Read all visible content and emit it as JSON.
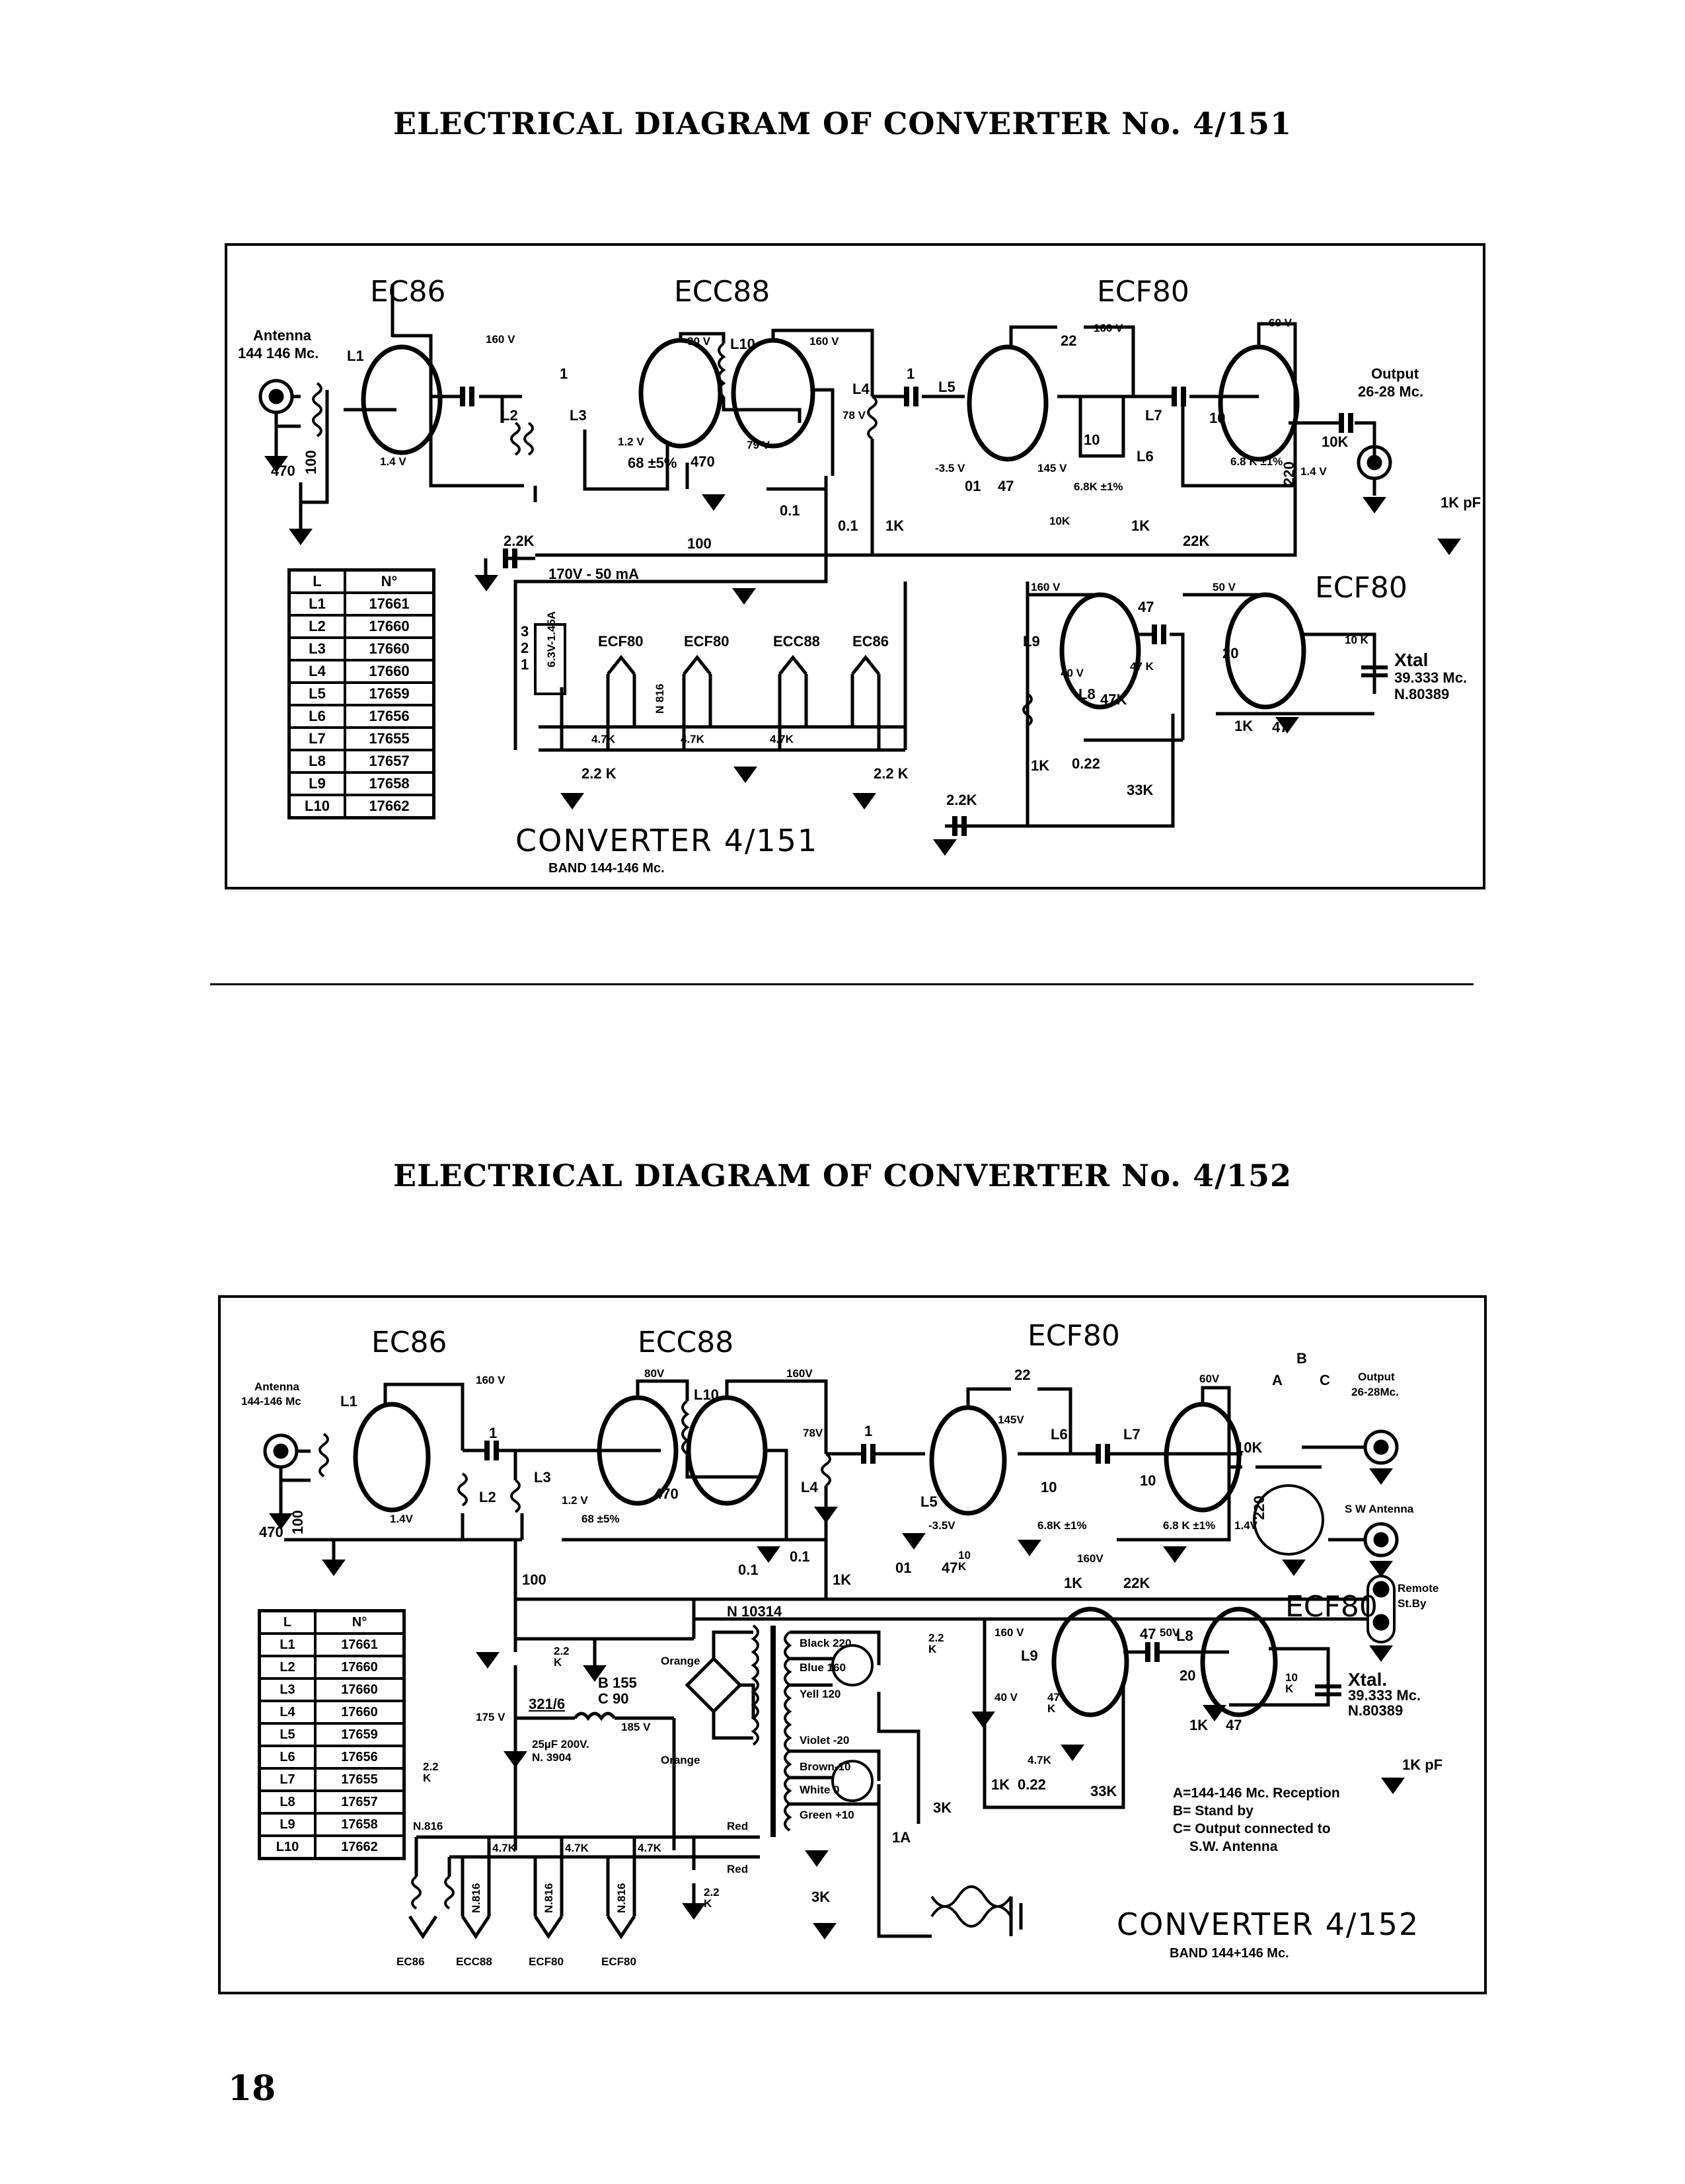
{
  "page": {
    "number": "18"
  },
  "diagram1": {
    "heading": "ELECTRICAL DIAGRAM OF CONVERTER No. 4/151",
    "converter_title": "CONVERTER 4/151",
    "band": "BAND 144-146 Mc.",
    "tubes": [
      "EC86",
      "ECC88",
      "ECF80",
      "ECF80"
    ],
    "antenna_label": "Antenna",
    "antenna_freq": "144 146 Mc.",
    "output_label": "Output",
    "output_freq": "26-28 Mc.",
    "supply_label": "170V - 50 mA",
    "fuse_label": "6.3V-1.45A",
    "xtal_label": "Xtal",
    "xtal_freq": "39.333 Mc.",
    "xtal_part": "N.80389",
    "feedthrough": "1K pF",
    "heater_tubes": [
      "ECF80",
      "ECF80",
      "ECC88",
      "EC86"
    ],
    "heater_choke": "N 816",
    "voltages": [
      "160 V",
      "80 V",
      "160 V",
      "79 V",
      "78 V",
      "1.2 V",
      "1.4 V",
      "160 V",
      "60 V",
      "145 V",
      "-3.5 V",
      "1.4 V",
      "160 V",
      "50 V",
      "40 V"
    ],
    "components": [
      "L1",
      "L2",
      "L3",
      "L4",
      "L5",
      "L6",
      "L7",
      "L8",
      "L9",
      "L10",
      "470",
      "100",
      "1",
      "68 ±5%",
      "470",
      "0.1",
      "0.1",
      "1K",
      "1",
      "01",
      "47",
      "22",
      "10",
      "6.8K ±1%",
      "10K",
      "1K",
      "10",
      "6.8 K ±1%",
      "220",
      "10K",
      "22K",
      "2.2K",
      "100",
      "4.7K",
      "4.7K",
      "4.7K",
      "2.2 K",
      "2.2 K",
      "47",
      "47 K",
      "47K",
      "20",
      "10 K",
      "1K",
      "47",
      "1K",
      "0.22",
      "33K",
      "2.2K"
    ],
    "pins": {
      "src": [
        "3",
        "2",
        "1"
      ]
    },
    "coil_table": {
      "headers": [
        "L",
        "N°"
      ],
      "rows": [
        [
          "L1",
          "17661"
        ],
        [
          "L2",
          "17660"
        ],
        [
          "L3",
          "17660"
        ],
        [
          "L4",
          "17660"
        ],
        [
          "L5",
          "17659"
        ],
        [
          "L6",
          "17656"
        ],
        [
          "L7",
          "17655"
        ],
        [
          "L8",
          "17657"
        ],
        [
          "L9",
          "17658"
        ],
        [
          "L10",
          "17662"
        ]
      ]
    }
  },
  "diagram2": {
    "heading": "ELECTRICAL DIAGRAM OF CONVERTER No. 4/152",
    "converter_title": "CONVERTER 4/152",
    "band": "BAND 144+146 Mc.",
    "tubes": [
      "EC86",
      "ECC88",
      "ECF80",
      "ECF80"
    ],
    "antenna_label": "Antenna",
    "antenna_freq": "144-146 Mc",
    "output_label": "Output",
    "output_freq": "26-28Mc.",
    "sw_antenna": "S W Antenna",
    "remote": "Remote",
    "standby": "St.By",
    "switch_positions": [
      "A",
      "B",
      "C"
    ],
    "legend": [
      "A=144-146 Mc. Reception",
      "B= Stand by",
      "C= Output connected to",
      "S.W. Antenna"
    ],
    "xtal_label": "Xtal.",
    "xtal_freq": "39.333 Mc.",
    "xtal_part": "N.80389",
    "feedthrough": "1K pF",
    "transformer": "N 10314",
    "rectifier": "B 155 C 90",
    "choke": "321/6",
    "filter_cap": "25µF 200V. N. 3904",
    "rail_voltages": [
      "175 V",
      "185 V"
    ],
    "windings": [
      "Orange",
      "Orange",
      "Black 220",
      "Blue 160",
      "Yell 120",
      "Violet -20",
      "Brown-10",
      "White 0",
      "Green +10",
      "Red",
      "Red"
    ],
    "fuse": "1A",
    "caps_3k": [
      "3K",
      "3K"
    ],
    "heater_tubes": [
      "EC86",
      "ECC88",
      "ECF80",
      "ECF80"
    ],
    "heater_chokes": [
      "N.816",
      "N.816",
      "N.816",
      "N.816"
    ],
    "heater_res": [
      "4.7K",
      "4.7K",
      "4.7K"
    ],
    "voltages": [
      "160 V",
      "80V",
      "160V",
      "78V",
      "1.2 V",
      "1.4V",
      "145V",
      "160V",
      "60V",
      "1.4V",
      "-3.5V",
      "160 V",
      "50V",
      "40 V"
    ],
    "components": [
      "L1",
      "L2",
      "L3",
      "L4",
      "L5",
      "L6",
      "L7",
      "L8",
      "L9",
      "L10",
      "470",
      "100",
      "1",
      "68 ±5%",
      "470",
      "0.1",
      "0.1",
      "1K",
      "1",
      "01",
      "47",
      "22",
      "10",
      "6.8K ±1%",
      "10",
      "6.8 K ±1%",
      "220",
      "10K",
      "10 K",
      "1K",
      "22K",
      "100",
      "2.2 K",
      "2.2 K",
      "2.2 K",
      "2.2 K",
      "47",
      "47 K",
      "4.7K",
      "20",
      "10 K",
      "1K",
      "47",
      "1K",
      "0.22",
      "33K"
    ],
    "coil_table": {
      "headers": [
        "L",
        "N°"
      ],
      "rows": [
        [
          "L1",
          "17661"
        ],
        [
          "L2",
          "17660"
        ],
        [
          "L3",
          "17660"
        ],
        [
          "L4",
          "17660"
        ],
        [
          "L5",
          "17659"
        ],
        [
          "L6",
          "17656"
        ],
        [
          "L7",
          "17655"
        ],
        [
          "L8",
          "17657"
        ],
        [
          "L9",
          "17658"
        ],
        [
          "L10",
          "17662"
        ]
      ]
    }
  }
}
